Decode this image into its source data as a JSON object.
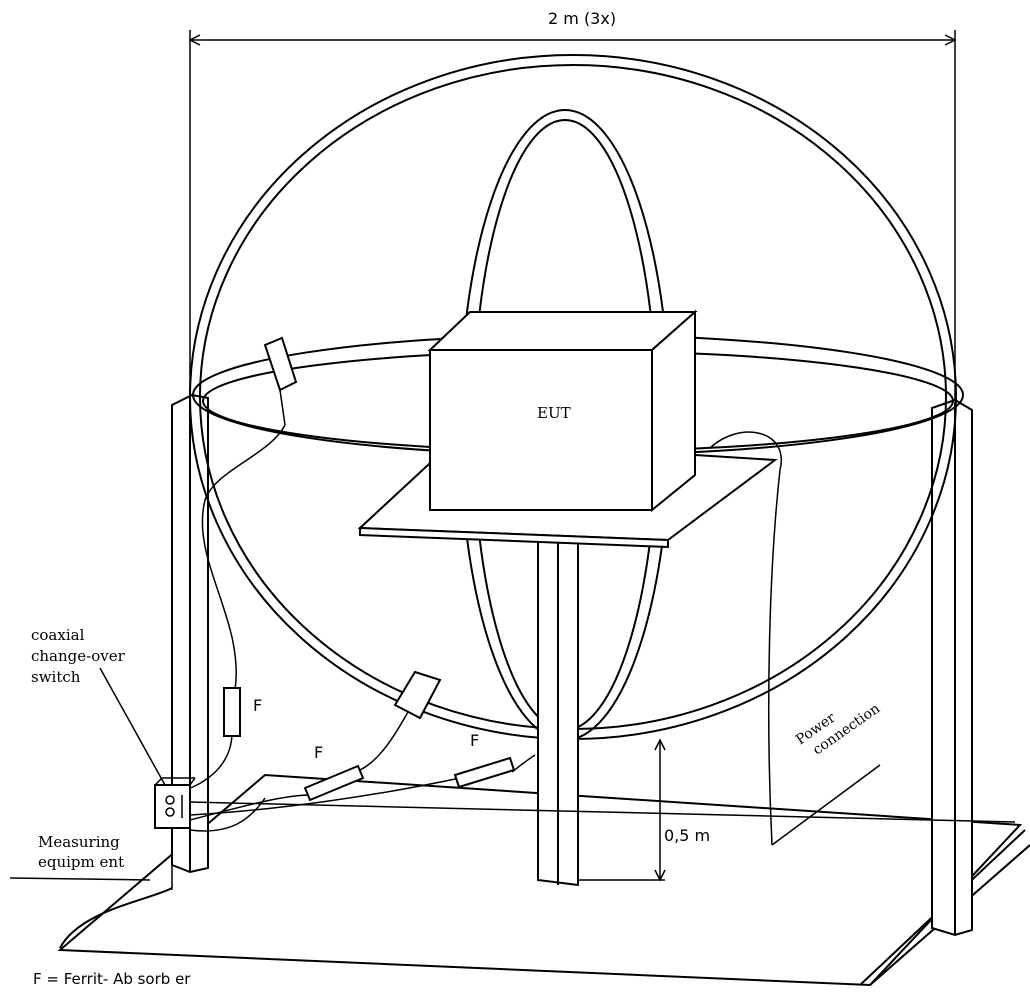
{
  "labels": {
    "width_dimension": "2 m (3x)",
    "eut": "EUT",
    "coax_switch_line1": "coaxial",
    "coax_switch_line2": "change-over",
    "coax_switch_line3": "switch",
    "ferrite_1": "F",
    "ferrite_2": "F",
    "ferrite_3": "F",
    "power_line1": "Power",
    "power_line2": "connection",
    "height_dimension": "0,5 m",
    "measuring_line1": "Measuring",
    "measuring_line2": "equipm ent",
    "legend": "F =  Ferrit- Ab sorb er"
  },
  "colors": {
    "ink": "#000000",
    "paper": "#ffffff"
  }
}
